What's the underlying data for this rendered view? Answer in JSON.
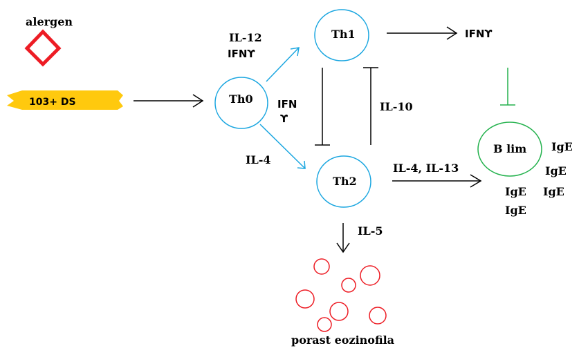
{
  "labels": {
    "allergen": "alergen",
    "ds_badge": "103+ DS",
    "th0": "Th0",
    "th1": "Th1",
    "th2": "Th2",
    "b_cell": "B lim",
    "il12": "IL-12",
    "ifn_th0_th1": "IFNϒ",
    "ifn_inhibit_1": "IFN",
    "ifn_inhibit_2": "ϒ",
    "il4": "IL-4",
    "il10": "IL-10",
    "ifn_output": "IFNϒ",
    "il4_il13": "IL-4, IL-13",
    "il5": "IL-5",
    "ige_1": "IgE",
    "ige_2": "IgE",
    "ige_3": "IgE",
    "ige_4": "IgE",
    "ige_5": "IgE",
    "eosinophil_caption": "porast eozinofila"
  },
  "colors": {
    "t_cell_stroke": "#1aa6e0",
    "b_cell_stroke": "#22b14c",
    "allergen_stroke": "#ed1c24",
    "eosinophil_stroke": "#ed1c24",
    "ds_badge_fill": "#ffc90e",
    "arrow_stroke": "#000000",
    "blue_arrow_stroke": "#1aa6e0",
    "green_inhibit_stroke": "#22b14c"
  }
}
